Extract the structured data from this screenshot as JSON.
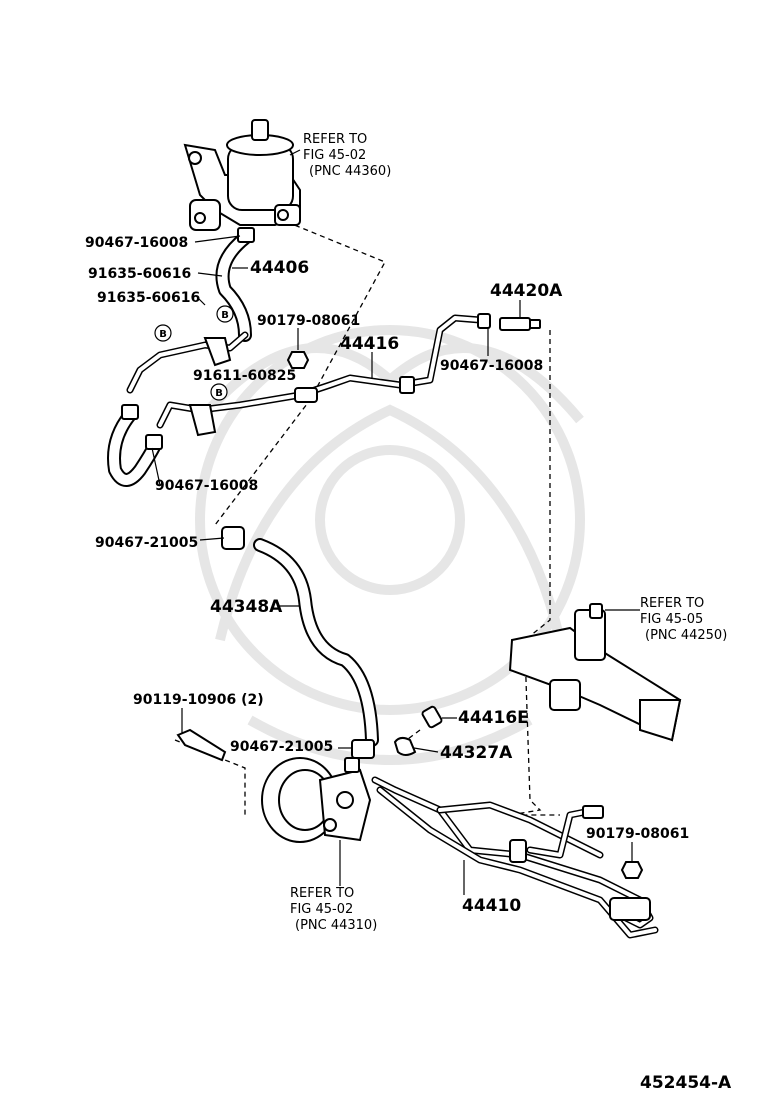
{
  "diagram_code": "452454-A",
  "refs": {
    "reservoir": [
      "REFER TO",
      "FIG 45-02",
      "(PNC 44360)"
    ],
    "gear": [
      "REFER TO",
      "FIG 45-05",
      "(PNC 44250)"
    ],
    "pump": [
      "REFER TO",
      "FIG 45-02",
      "(PNC 44310)"
    ]
  },
  "callouts": {
    "clamp_res": "90467-16008",
    "hose_44406": "44406",
    "clip_1": "91635-60616",
    "clip_2": "91635-60616",
    "nut_1": "90179-08061",
    "tube_44416": "44416",
    "bolt_91611": "91611-60825",
    "union_44420a": "44420A",
    "clamp_gear": "90467-16008",
    "clamp_lower": "90467-16008",
    "clamp_21005_top": "90467-21005",
    "hose_44348a": "44348A",
    "bolt_90119": "90119-10906 (2)",
    "clamp_21005_pump": "90467-21005",
    "union_44416e": "44416E",
    "gasket_44327a": "44327A",
    "nut_2": "90179-08061",
    "tube_44410": "44410"
  },
  "badges": [
    "B",
    "B",
    "B"
  ]
}
